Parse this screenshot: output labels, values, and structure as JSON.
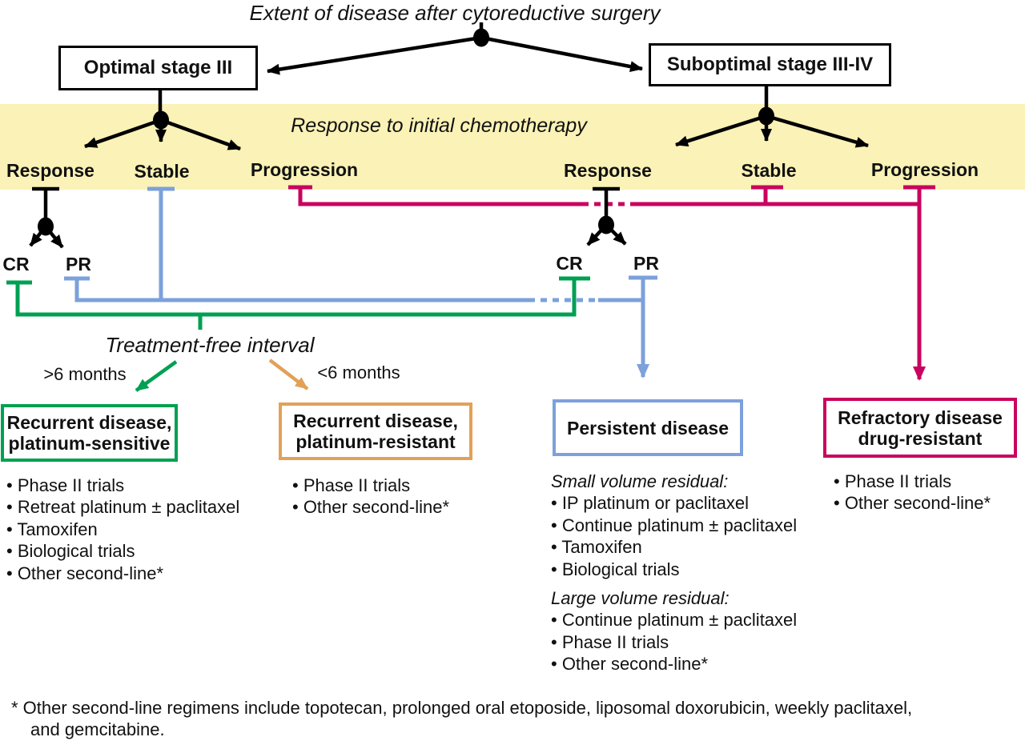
{
  "title": "Extent of disease after cytoreductive surgery",
  "band_label": "Response to initial chemotherapy",
  "top_boxes": {
    "optimal": "Optimal stage III",
    "suboptimal": "Suboptimal stage III-IV"
  },
  "branches": {
    "left": {
      "response": "Response",
      "stable": "Stable",
      "progression": "Progression",
      "cr": "CR",
      "pr": "PR"
    },
    "right": {
      "response": "Response",
      "stable": "Stable",
      "progression": "Progression",
      "cr": "CR",
      "pr": "PR"
    }
  },
  "interval": {
    "label": "Treatment-free interval",
    "gt6": ">6 months",
    "lt6": "<6 months"
  },
  "outcomes": {
    "sensitive": {
      "title1": "Recurrent disease,",
      "title2": "platinum-sensitive",
      "items": [
        "• Phase II trials",
        "• Retreat platinum ± paclitaxel",
        "• Tamoxifen",
        "• Biological trials",
        "• Other second-line*"
      ]
    },
    "resistant": {
      "title1": "Recurrent disease,",
      "title2": "platinum-resistant",
      "items": [
        "• Phase II trials",
        "• Other second-line*"
      ]
    },
    "persistent": {
      "title": "Persistent disease",
      "sections": [
        {
          "header": "Small volume residual:",
          "items": [
            "• IP platinum or paclitaxel",
            "• Continue platinum ± paclitaxel",
            "• Tamoxifen",
            "• Biological trials"
          ]
        },
        {
          "header": "Large volume residual:",
          "items": [
            "• Continue platinum ± paclitaxel",
            "• Phase II trials",
            "• Other second-line*"
          ]
        }
      ]
    },
    "refractory": {
      "title1": "Refractory disease",
      "title2": "drug-resistant",
      "items": [
        "• Phase II trials",
        "• Other second-line*"
      ]
    }
  },
  "footnote": {
    "line1": "* Other second-line regimens include topotecan, prolonged oral etoposide, liposomal doxorubicin, weekly paclitaxel,",
    "line2": "and gemcitabine."
  },
  "colors": {
    "band_yellow": "#FAF2B6",
    "green": "#00A052",
    "blue": "#7CA1DB",
    "magenta": "#C9035F",
    "orange": "#E2A158",
    "black": "#000000"
  }
}
